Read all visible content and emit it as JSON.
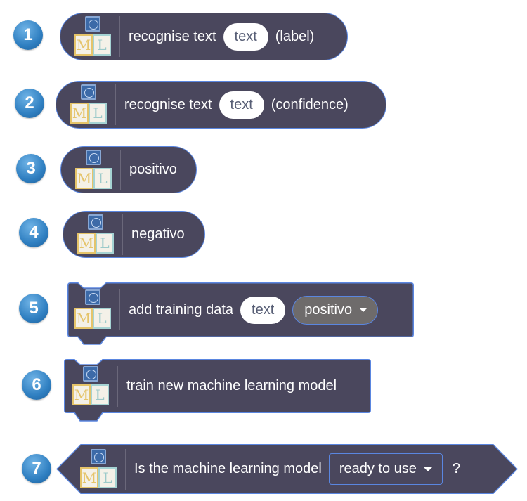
{
  "badges": [
    "1",
    "2",
    "3",
    "4",
    "5",
    "6",
    "7"
  ],
  "icon": {
    "m": "M",
    "l": "L"
  },
  "blocks": {
    "b1": {
      "text": "recognise text",
      "field": "text",
      "suffix": "(label)"
    },
    "b2": {
      "text": "recognise text",
      "field": "text",
      "suffix": "(confidence)"
    },
    "b3": {
      "text": "positivo"
    },
    "b4": {
      "text": "negativo"
    },
    "b5": {
      "text": "add training data",
      "field": "text",
      "dropdown": "positivo"
    },
    "b6": {
      "text": "train new machine learning model"
    },
    "b7": {
      "text": "Is the machine learning model",
      "dropdown": "ready to use",
      "suffix": "?"
    }
  },
  "colors": {
    "block": "#4a475d",
    "border": "#5a86e0",
    "badge": "#2f7fc1"
  }
}
